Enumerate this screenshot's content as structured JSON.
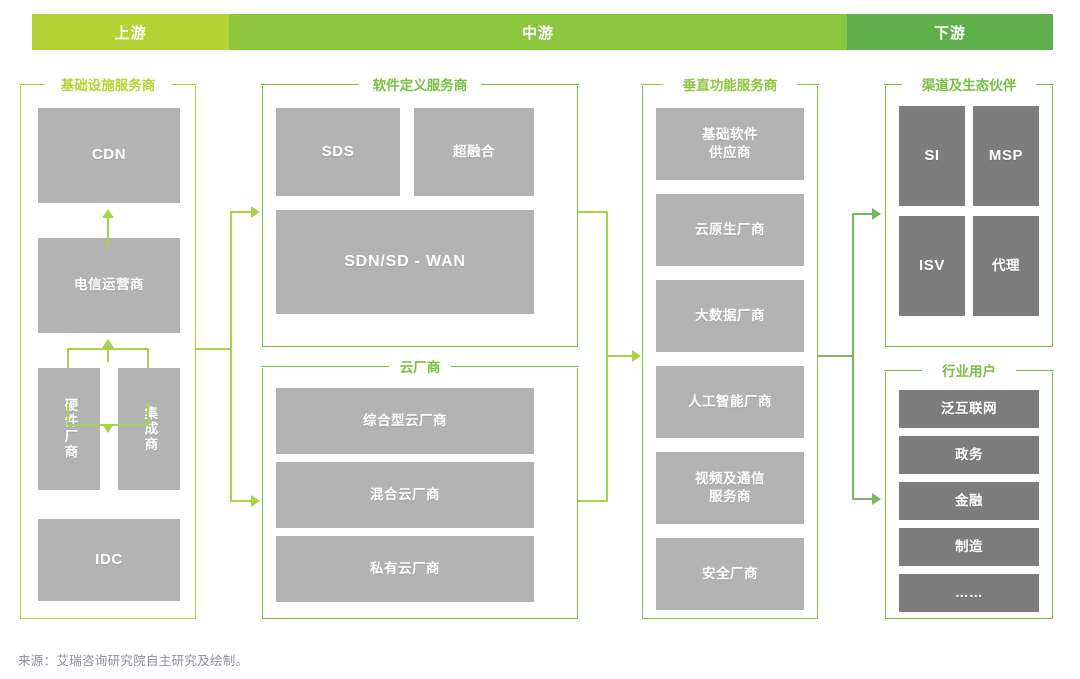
{
  "bands": {
    "upstream": {
      "label": "上游",
      "color": "#b5d334"
    },
    "midstream": {
      "label": "中游",
      "color": "#8cc63f"
    },
    "downstream": {
      "label": "下游",
      "color": "#5fb04a"
    }
  },
  "groups": {
    "infrastructure": {
      "title": "基础设施服务商",
      "color": "#b5d334",
      "items": [
        {
          "label": "CDN"
        },
        {
          "label": "电信运营商"
        },
        {
          "label": "硬件厂商"
        },
        {
          "label": "集成商"
        },
        {
          "label": "IDC"
        }
      ]
    },
    "software_defined": {
      "title": "软件定义服务商",
      "color": "#77c043",
      "items": [
        {
          "label": "SDS"
        },
        {
          "label": "超融合"
        },
        {
          "label": "SDN/SD - WAN"
        }
      ]
    },
    "cloud_vendors": {
      "title": "云厂商",
      "color": "#77c043",
      "items": [
        {
          "label": "综合型云厂商"
        },
        {
          "label": "混合云厂商"
        },
        {
          "label": "私有云厂商"
        }
      ]
    },
    "vertical_function": {
      "title": "垂直功能服务商",
      "color": "#8cc63f",
      "items": [
        {
          "label": "基础软件\n供应商",
          "line1": "基础软件",
          "line2": "供应商"
        },
        {
          "label": "云原生厂商"
        },
        {
          "label": "大数据厂商"
        },
        {
          "label": "人工智能厂商"
        },
        {
          "label": "视频及通信\n服务商",
          "line1": "视频及通信",
          "line2": "服务商"
        },
        {
          "label": "安全厂商"
        }
      ]
    },
    "channel_partners": {
      "title": "渠道及生态伙伴",
      "color": "#77c043",
      "items": [
        {
          "label": "SI"
        },
        {
          "label": "MSP"
        },
        {
          "label": "ISV"
        },
        {
          "label": "代理"
        }
      ]
    },
    "industry_users": {
      "title": "行业用户",
      "color": "#77c043",
      "items": [
        {
          "label": "泛互联网"
        },
        {
          "label": "政务"
        },
        {
          "label": "金融"
        },
        {
          "label": "制造"
        },
        {
          "label": "……"
        }
      ]
    }
  },
  "footer": {
    "source": "来源：艾瑞咨询研究院自主研究及绘制。"
  },
  "colors": {
    "box_light": "#b3b3b3",
    "box_dark": "#7d7d7d",
    "connector_light": "#a8d247",
    "connector_mid": "#7bb661"
  }
}
